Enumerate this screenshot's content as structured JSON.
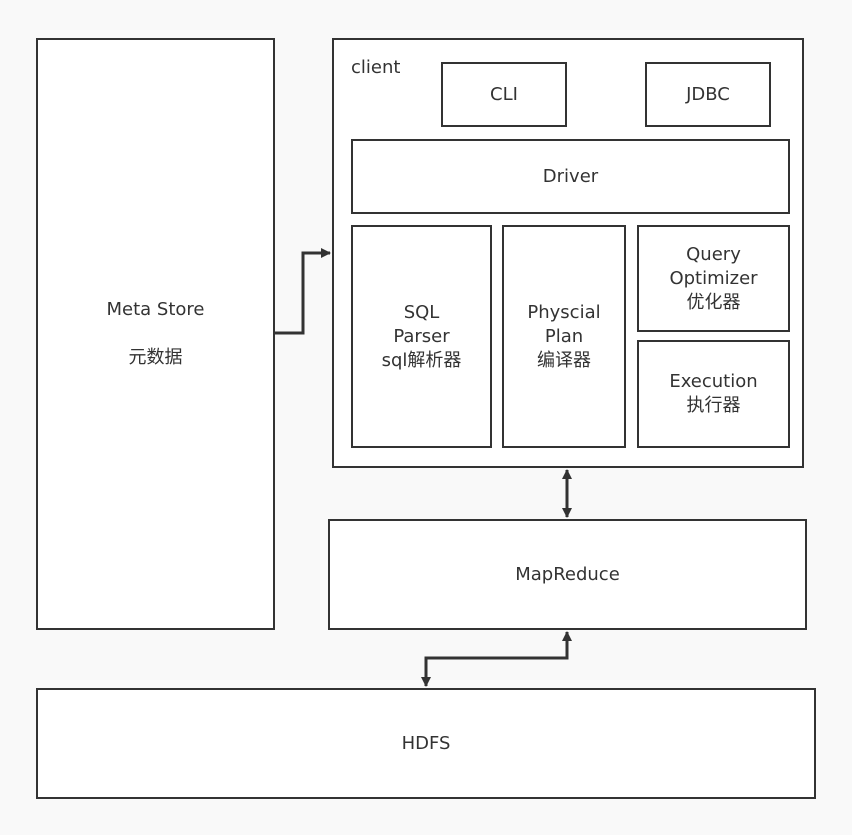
{
  "diagram": {
    "meta_store": {
      "line1": "Meta Store",
      "line2": "元数据"
    },
    "client": {
      "label": "client"
    },
    "cli": {
      "label": "CLI"
    },
    "jdbc": {
      "label": "JDBC"
    },
    "driver": {
      "label": "Driver"
    },
    "sql_parser": {
      "line1": "SQL",
      "line2": "Parser",
      "line3": "sql解析器"
    },
    "physical_plan": {
      "line1": "Physcial",
      "line2": "Plan",
      "line3": "编译器"
    },
    "query_optimizer": {
      "line1": "Query",
      "line2": "Optimizer",
      "line3": "优化器"
    },
    "execution": {
      "line1": "Execution",
      "line2": "执行器"
    },
    "mapreduce": {
      "label": "MapReduce"
    },
    "hdfs": {
      "label": "HDFS"
    }
  },
  "colors": {
    "stroke": "#333333",
    "fill": "#ffffff",
    "background": "#f9f9f9"
  }
}
